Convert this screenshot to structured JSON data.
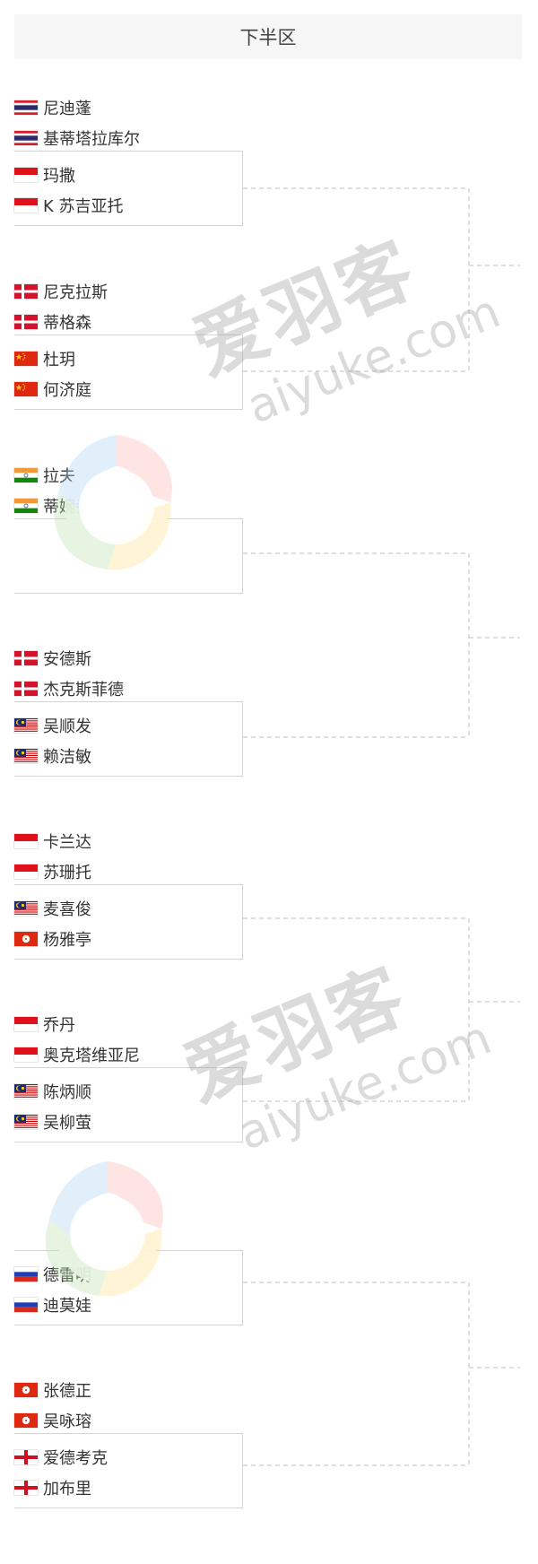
{
  "header": {
    "title": "下半区"
  },
  "matches": [
    {
      "pairs": [
        {
          "players": [
            {
              "name": "尼迪蓬",
              "flag": "thailand"
            },
            {
              "name": "基蒂塔拉库尔",
              "flag": "thailand"
            }
          ]
        },
        {
          "players": [
            {
              "name": "玛撒",
              "flag": "indonesia"
            },
            {
              "name": "K 苏吉亚托",
              "flag": "indonesia"
            }
          ]
        }
      ]
    },
    {
      "pairs": [
        {
          "players": [
            {
              "name": "尼克拉斯",
              "flag": "denmark"
            },
            {
              "name": "蒂格森",
              "flag": "denmark"
            }
          ]
        },
        {
          "players": [
            {
              "name": "杜玥",
              "flag": "china"
            },
            {
              "name": "何济庭",
              "flag": "china"
            }
          ]
        }
      ]
    },
    {
      "pairs": [
        {
          "players": [
            {
              "name": "拉夫",
              "flag": "india"
            },
            {
              "name": "蒂婉妾",
              "flag": "india"
            }
          ]
        },
        {
          "players": [
            {
              "name": "",
              "flag": ""
            },
            {
              "name": "",
              "flag": ""
            }
          ]
        }
      ]
    },
    {
      "pairs": [
        {
          "players": [
            {
              "name": "安德斯",
              "flag": "denmark"
            },
            {
              "name": "杰克斯菲德",
              "flag": "denmark"
            }
          ]
        },
        {
          "players": [
            {
              "name": "吴顺发",
              "flag": "malaysia"
            },
            {
              "name": "赖洁敏",
              "flag": "malaysia"
            }
          ]
        }
      ]
    },
    {
      "pairs": [
        {
          "players": [
            {
              "name": "卡兰达",
              "flag": "indonesia"
            },
            {
              "name": "苏珊托",
              "flag": "indonesia"
            }
          ]
        },
        {
          "players": [
            {
              "name": "麦喜俊",
              "flag": "malaysia"
            },
            {
              "name": "杨雅亭",
              "flag": "hongkong"
            }
          ]
        }
      ]
    },
    {
      "pairs": [
        {
          "players": [
            {
              "name": "乔丹",
              "flag": "indonesia"
            },
            {
              "name": "奥克塔维亚尼",
              "flag": "indonesia"
            }
          ]
        },
        {
          "players": [
            {
              "name": "陈炳顺",
              "flag": "malaysia"
            },
            {
              "name": "吴柳萤",
              "flag": "malaysia"
            }
          ]
        }
      ]
    },
    {
      "pairs": [
        {
          "players": [
            {
              "name": "",
              "flag": ""
            },
            {
              "name": "",
              "flag": ""
            }
          ]
        },
        {
          "players": [
            {
              "name": "德雷明",
              "flag": "russia"
            },
            {
              "name": "迪莫娃",
              "flag": "russia"
            }
          ]
        }
      ]
    },
    {
      "pairs": [
        {
          "players": [
            {
              "name": "张德正",
              "flag": "hongkong"
            },
            {
              "name": "吴咏瑢",
              "flag": "hongkong"
            }
          ]
        },
        {
          "players": [
            {
              "name": "爱德考克",
              "flag": "england"
            },
            {
              "name": "加布里",
              "flag": "england"
            }
          ]
        }
      ]
    }
  ],
  "watermark": {
    "brand": "爱羽客",
    "domain": "aiyuke.com"
  },
  "colors": {
    "line": "#cccccc",
    "box": "#d4d4d4",
    "header_bg": "#f6f6f6"
  }
}
